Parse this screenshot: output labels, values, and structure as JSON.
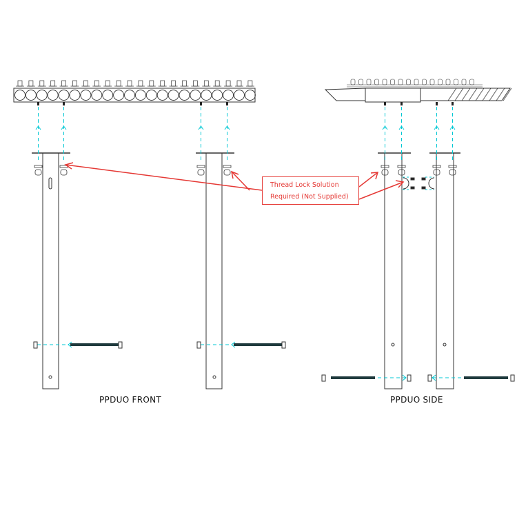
{
  "views": [
    {
      "label": "PPDUO FRONT"
    },
    {
      "label": "PPDUO SIDE"
    }
  ],
  "callout": {
    "line1": "Thread Lock Solution",
    "line2": "Required (Not Supplied)"
  },
  "colors": {
    "line": "#333333",
    "guide": "#00c8d4",
    "callout": "#e53935",
    "rod": "#1f3a3d"
  }
}
